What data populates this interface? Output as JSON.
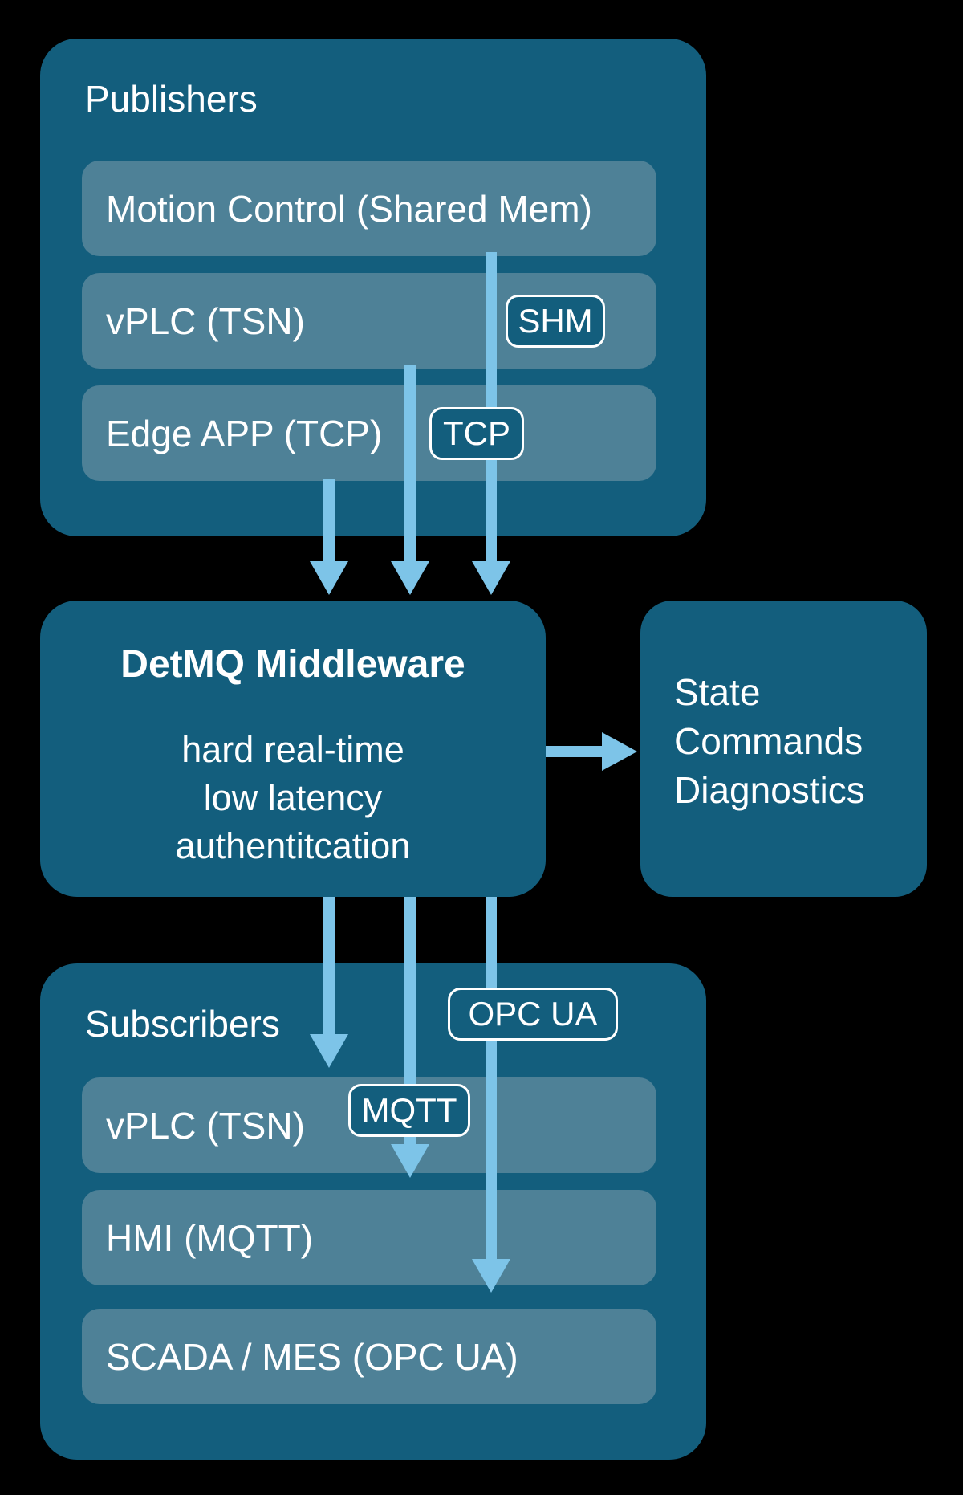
{
  "colors": {
    "background": "#000000",
    "panel": "#135E7D",
    "row": "#4E8197",
    "arrow": "#7DC4E8",
    "text": "#FFFFFF"
  },
  "publishers": {
    "title": "Publishers",
    "rows": [
      {
        "label": "Motion Control (Shared Mem)"
      },
      {
        "label": "vPLC (TSN)",
        "badge": "SHM"
      },
      {
        "label": "Edge APP (TCP)",
        "badge": "TCP"
      }
    ]
  },
  "middleware": {
    "title": "DetMQ Middleware",
    "lines": [
      "hard real-time",
      "low latency",
      "authentitcation"
    ]
  },
  "state_box": {
    "lines": [
      "State",
      "Commands",
      "Diagnostics"
    ]
  },
  "subscribers": {
    "title": "Subscribers",
    "badge": "OPC UA",
    "rows": [
      {
        "label": "vPLC (TSN)",
        "badge": "MQTT"
      },
      {
        "label": "HMI (MQTT)"
      },
      {
        "label": "SCADA / MES (OPC UA)"
      }
    ]
  }
}
